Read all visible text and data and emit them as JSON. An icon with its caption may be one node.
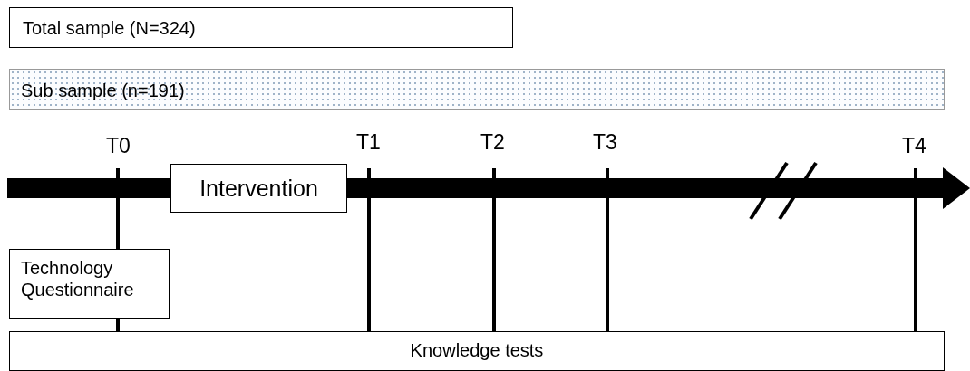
{
  "diagram": {
    "nodes": [
      {
        "text": [
          "Total sample (N=324)"
        ]
      },
      {
        "text": [
          "Sub sample (n=191)"
        ]
      },
      {
        "text": [
          "Intervention"
        ]
      },
      {
        "text": [
          "Technology Questionnaire"
        ]
      },
      {
        "text": [
          "Knowledge tests"
        ]
      }
    ],
    "edges": [
      {
        "from": null,
        "to": 3,
        "arrow": "none"
      },
      {
        "from": 3,
        "to": 4,
        "arrow": "none"
      },
      {
        "from": null,
        "to": 4,
        "arrow": "none"
      },
      {
        "from": null,
        "to": 4,
        "arrow": "none"
      },
      {
        "from": null,
        "to": 4,
        "arrow": "none"
      },
      {
        "from": null,
        "to": 4,
        "arrow": "none"
      }
    ],
    "labels": [
      "T0",
      "T1",
      "T2",
      "T3",
      "T4"
    ]
  }
}
